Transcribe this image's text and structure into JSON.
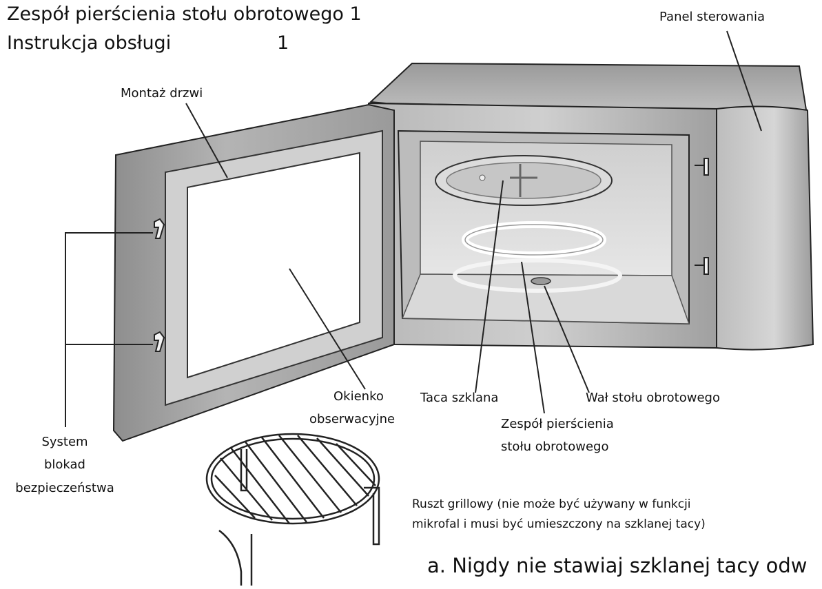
{
  "header": {
    "title_line1": "Zespół pierścienia stołu obrotowego 1",
    "title_line2": "Instrukcja obsługi",
    "title_line2_number": "1"
  },
  "labels": {
    "control_panel": "Panel sterowania",
    "door_assembly": "Montaż drzwi",
    "observation_window_line1": "Okienko",
    "observation_window_line2": "obserwacyjne",
    "glass_tray": "Taca szklana",
    "turntable_shaft": "Wał stołu obrotowego",
    "turntable_ring_line1": "Zespół pierścienia",
    "turntable_ring_line2": "stołu obrotowego",
    "safety_interlock_line1": "System",
    "safety_interlock_line2": "blokad",
    "safety_interlock_line3": "bezpieczeństwa",
    "grill_rack_line1": "Ruszt grillowy (nie może być używany w funkcji",
    "grill_rack_line2": "mikrofal i musi być umieszczony na szklanej tacy)"
  },
  "footer": {
    "note": "a. Nigdy nie stawiaj szklanej tacy odw"
  },
  "colors": {
    "outline": "#222222",
    "body_light": "#d4d4d4",
    "body_mid": "#a9a9a9",
    "body_dark": "#7a7a7a",
    "cavity": "#e4e4e4"
  }
}
